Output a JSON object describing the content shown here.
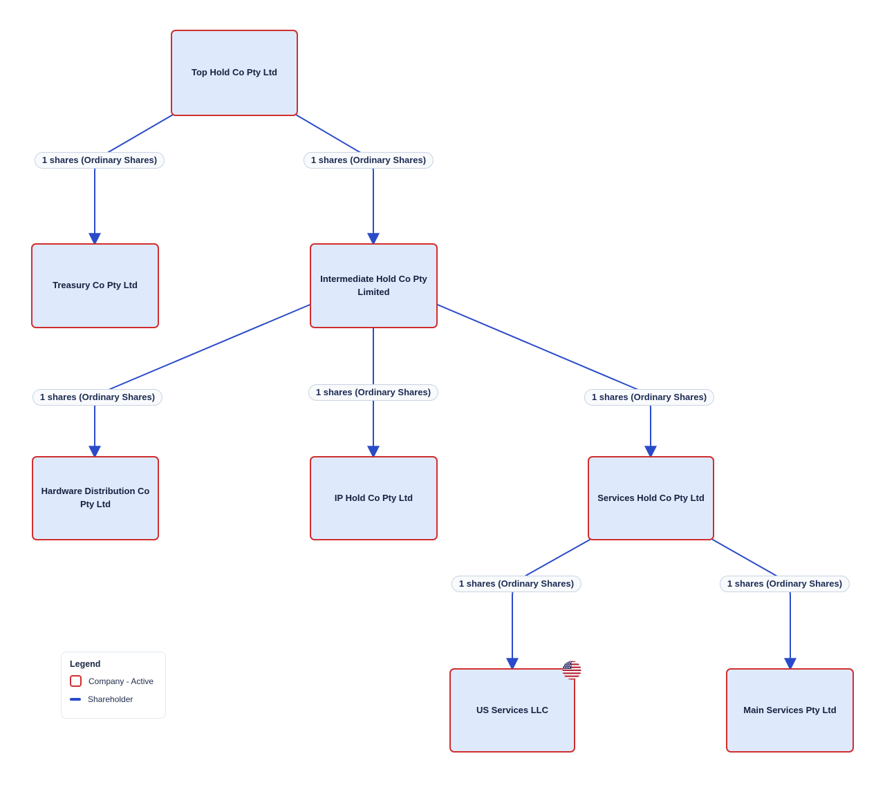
{
  "diagram": {
    "nodes": [
      {
        "id": "top-hold-co",
        "label": "Top Hold Co Pty Ltd",
        "style": "company-active"
      },
      {
        "id": "treasury-co",
        "label": "Treasury Co Pty Ltd",
        "style": "company-active"
      },
      {
        "id": "intermediate-hold-co",
        "label": "Intermediate Hold Co Pty Limited",
        "style": "company-active"
      },
      {
        "id": "hardware-distribution-co",
        "label": "Hardware Distribution Co Pty Ltd",
        "style": "company-active"
      },
      {
        "id": "ip-hold-co",
        "label": "IP Hold Co Pty Ltd",
        "style": "company-active"
      },
      {
        "id": "services-hold-co",
        "label": "Services Hold Co Pty Ltd",
        "style": "company-active"
      },
      {
        "id": "us-services",
        "label": "US Services LLC",
        "style": "company-active",
        "badge": "us-flag"
      },
      {
        "id": "main-services",
        "label": "Main Services Pty Ltd",
        "style": "company-active"
      }
    ],
    "edges": [
      {
        "from": "top-hold-co",
        "to": "treasury-co",
        "label": "1 shares (Ordinary Shares)"
      },
      {
        "from": "top-hold-co",
        "to": "intermediate-hold-co",
        "label": "1 shares (Ordinary Shares)"
      },
      {
        "from": "intermediate-hold-co",
        "to": "hardware-distribution-co",
        "label": "1 shares (Ordinary Shares)"
      },
      {
        "from": "intermediate-hold-co",
        "to": "ip-hold-co",
        "label": "1 shares (Ordinary Shares)"
      },
      {
        "from": "intermediate-hold-co",
        "to": "services-hold-co",
        "label": "1 shares (Ordinary Shares)"
      },
      {
        "from": "services-hold-co",
        "to": "us-services",
        "label": "1 shares (Ordinary Shares)"
      },
      {
        "from": "services-hold-co",
        "to": "main-services",
        "label": "1 shares (Ordinary Shares)"
      }
    ]
  },
  "legend": {
    "title": "Legend",
    "items": [
      {
        "swatch": "company-active-swatch",
        "label": "Company - Active"
      },
      {
        "swatch": "shareholder-line",
        "label": "Shareholder"
      }
    ]
  },
  "colors": {
    "company_border": "#d02e2e",
    "company_fill": "#dee9fc",
    "shareholder_edge": "#2a4bc9",
    "edge_label_text": "#1b2a52",
    "edge_label_bg": "#f8fafc",
    "flag_red": "#b22234",
    "flag_blue": "#3c3b6e"
  }
}
